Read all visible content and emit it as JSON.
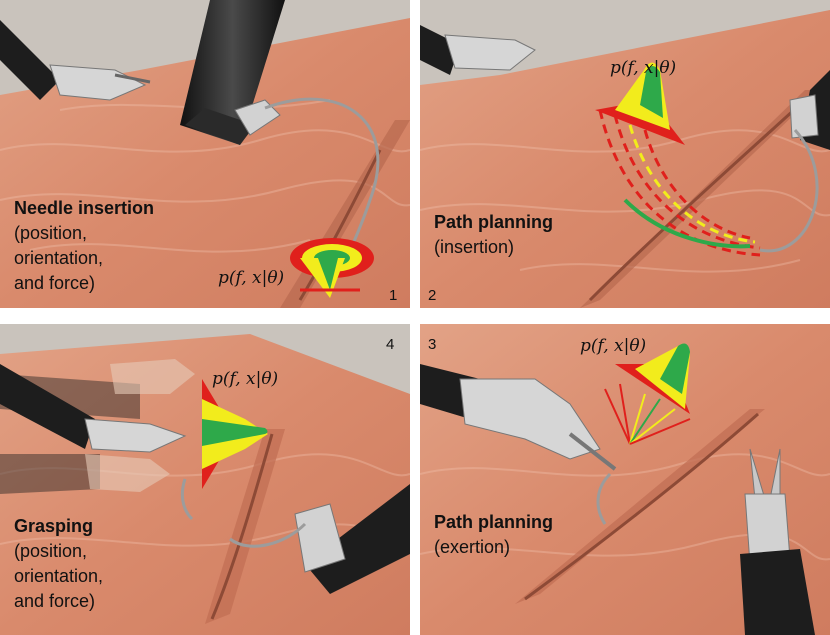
{
  "formula": "p(f, x|θ)",
  "colors": {
    "tissue": "#d98a6c",
    "tissue_light": "#eab49b",
    "background_wall": "#c9c3bc",
    "instrument_dark": "#222222",
    "metal": "#cfcfcf",
    "red": "#e0201c",
    "yellow": "#f2ec1c",
    "green": "#2ea94a",
    "suture": "#9c9c9c"
  },
  "panels": [
    {
      "id": "panel-1",
      "number": "1",
      "title": "Needle insertion",
      "lines": [
        "(position,",
        "orientation,",
        "and force)"
      ],
      "icons": [
        "grasper-icon",
        "needle-driver-icon",
        "curved-needle-icon",
        "target-distribution-icon"
      ]
    },
    {
      "id": "panel-2",
      "number": "2",
      "title": "Path planning",
      "lines": [
        "(insertion)"
      ],
      "icons": [
        "grasper-icon",
        "needle-driver-icon",
        "path-arcs-icon",
        "distribution-icon"
      ]
    },
    {
      "id": "panel-4",
      "number": "4",
      "title": "Grasping",
      "lines": [
        "(position,",
        "orientation,",
        "and force)"
      ],
      "icons": [
        "ghost-graspers-icon",
        "needle-driver-icon",
        "distribution-icon"
      ]
    },
    {
      "id": "panel-3",
      "number": "3",
      "title": "Path planning",
      "lines": [
        "(exertion)"
      ],
      "icons": [
        "grasper-icon",
        "open-grasper-icon",
        "force-vectors-icon",
        "distribution-icon"
      ]
    }
  ]
}
